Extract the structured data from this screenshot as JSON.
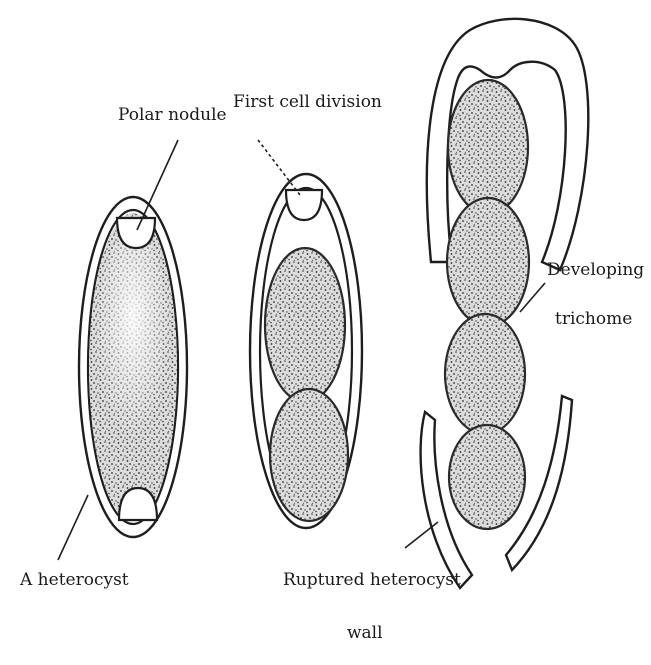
{
  "labels": {
    "polar_nodule": "Polar nodule",
    "first_cell_division": "First cell division",
    "developing": "Developing",
    "trichome": "trichome",
    "a_heterocyst": "A heterocyst",
    "ruptured_line1": "Ruptured heterocyst",
    "ruptured_line2": "wall"
  },
  "colors": {
    "ink": "#1e1e1e",
    "stipple": "#3a3a3a",
    "background": "#ffffff"
  }
}
